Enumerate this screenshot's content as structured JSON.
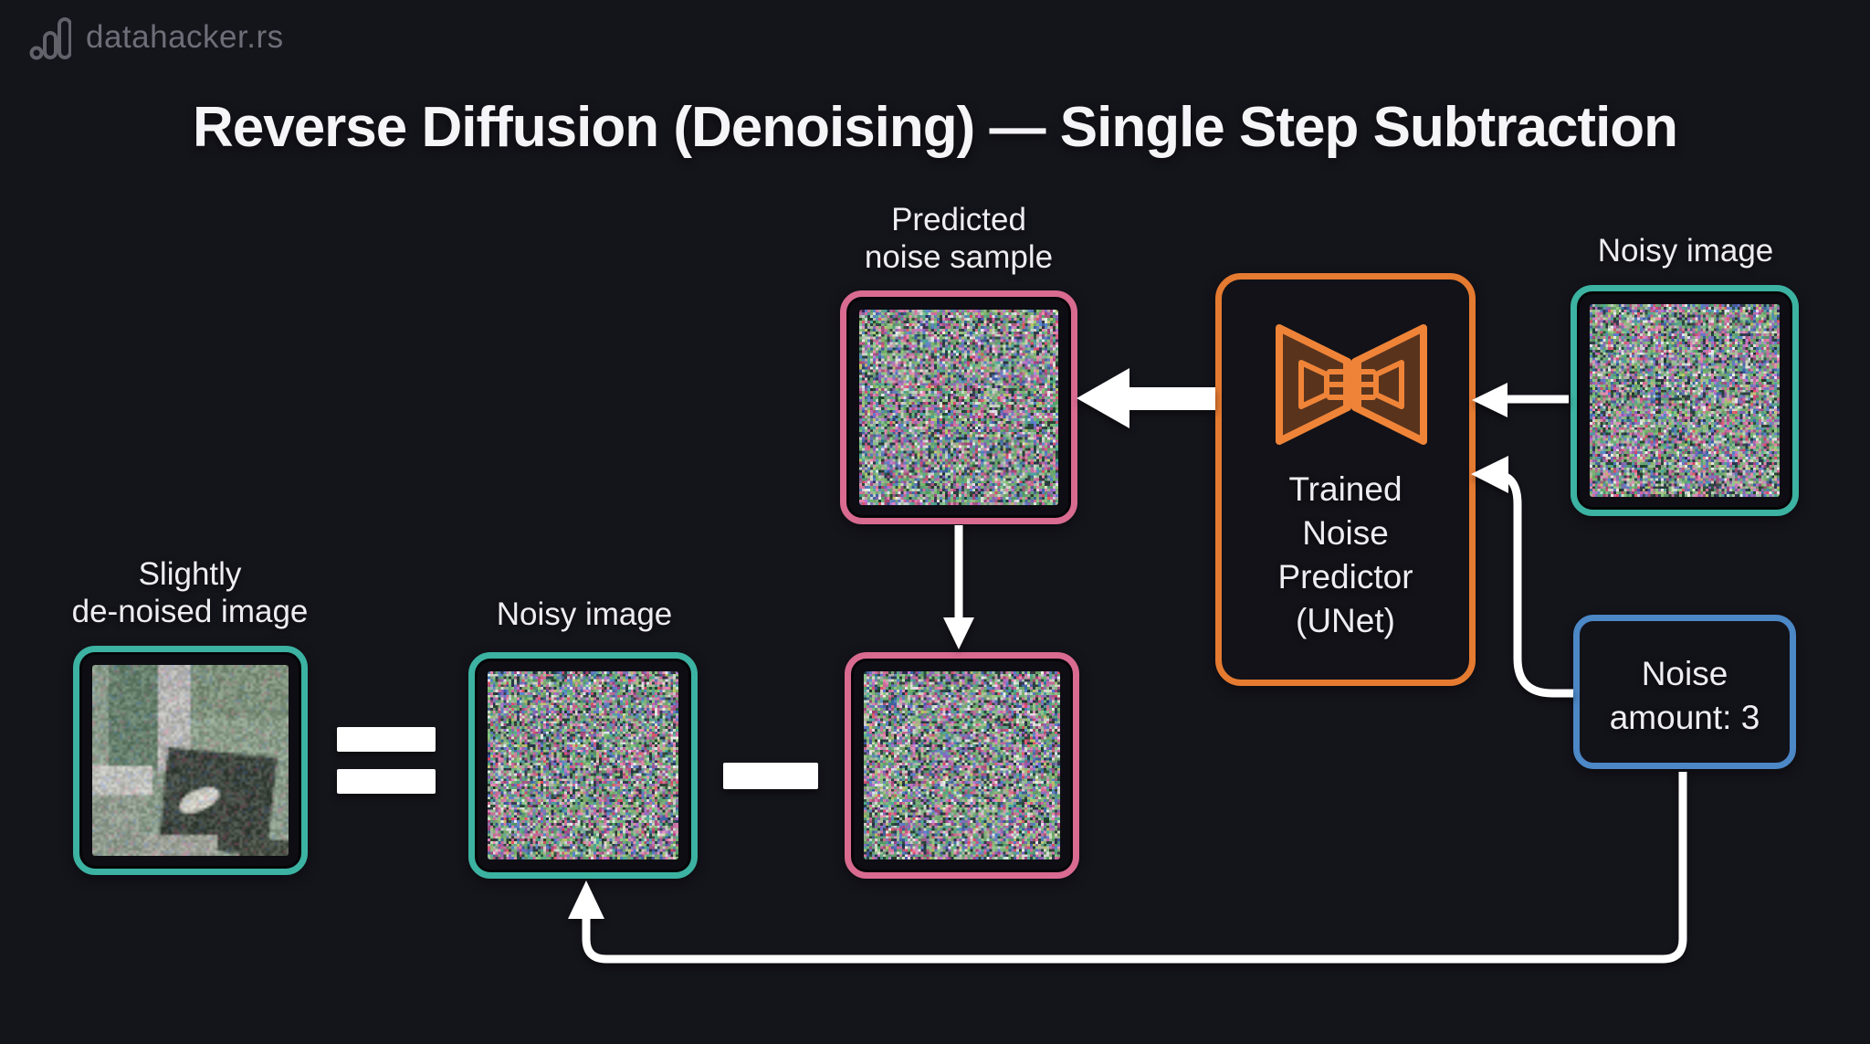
{
  "brand": {
    "text": "datahacker.rs",
    "icon": "bar-chart-icon"
  },
  "title": "Reverse Diffusion (Denoising) — Single Step Subtraction",
  "nodes": {
    "predicted_noise": {
      "label": [
        "Predicted",
        "noise sample"
      ],
      "border": "pink"
    },
    "noisy_right": {
      "label": "Noisy image",
      "border": "teal"
    },
    "unet": {
      "label": [
        "Trained",
        "Noise",
        "Predictor",
        "(UNet)"
      ],
      "icon": "unet-hourglass-icon",
      "border": "orange"
    },
    "noise_amount": {
      "label": [
        "Noise",
        "amount: 3"
      ],
      "border": "blue"
    },
    "denoised": {
      "label": [
        "Slightly",
        "de-noised image"
      ],
      "border": "teal"
    },
    "noisy_bottom": {
      "label": "Noisy image",
      "border": "teal"
    },
    "subtrahend": {
      "label": "",
      "border": "pink"
    }
  },
  "operators": {
    "equals": "=",
    "minus": "−"
  },
  "arrows": [
    {
      "name": "unet-to-predicted-noise-arrow"
    },
    {
      "name": "noisy-right-to-unet-arrow"
    },
    {
      "name": "predicted-noise-down-arrow"
    },
    {
      "name": "noise-amount-to-unet-arrow"
    },
    {
      "name": "noise-amount-to-noisy-bottom-arrow"
    }
  ],
  "colors": {
    "background": "#14141b",
    "thumb_bg": "#0d0d13",
    "teal": "#3cb2a2",
    "pink": "#d96b90",
    "orange": "#e57a31",
    "blue": "#4c87c6",
    "arrow": "#ffffff",
    "title_color": "#f5f5f7",
    "label_color": "#eeeef2",
    "brand_color": "#6e6e78",
    "unet_icon_stroke": "#ef8438",
    "unet_icon_fill": "rgba(205,105,38,0.38)",
    "noise_palette": [
      [
        "#79ab72",
        9
      ],
      [
        "#8fbf85",
        7
      ],
      [
        "#5d9a6e",
        7
      ],
      [
        "#cdd3c6",
        6
      ],
      [
        "#a9b3a6",
        6
      ],
      [
        "#c96f9b",
        6
      ],
      [
        "#e08ab0",
        4
      ],
      [
        "#a44f7c",
        5
      ],
      [
        "#5f7fc2",
        6
      ],
      [
        "#41629e",
        4
      ],
      [
        "#8a68b4",
        5
      ],
      [
        "#b9bf6e",
        2
      ],
      [
        "#53a396",
        5
      ],
      [
        "#2f4a40",
        5
      ],
      [
        "#323850",
        4
      ],
      [
        "#e3e3e6",
        3
      ],
      [
        "#274034",
        4
      ],
      [
        "#b779d1",
        2
      ],
      [
        "#d9536d",
        2
      ]
    ],
    "scene": {
      "base": "#8fa28e",
      "dark_green": "#5b7a64",
      "light_bar": "#cfc9c9",
      "top_right": "#7b9378",
      "mid_right": "#8fa58d",
      "white_band": "#dcd8d4",
      "left_mid": "#95a293",
      "square": "#242c24",
      "ellipse": "#ece8de",
      "bottom_strip": "#a9aba0",
      "bottom_right": "#33392f"
    }
  }
}
